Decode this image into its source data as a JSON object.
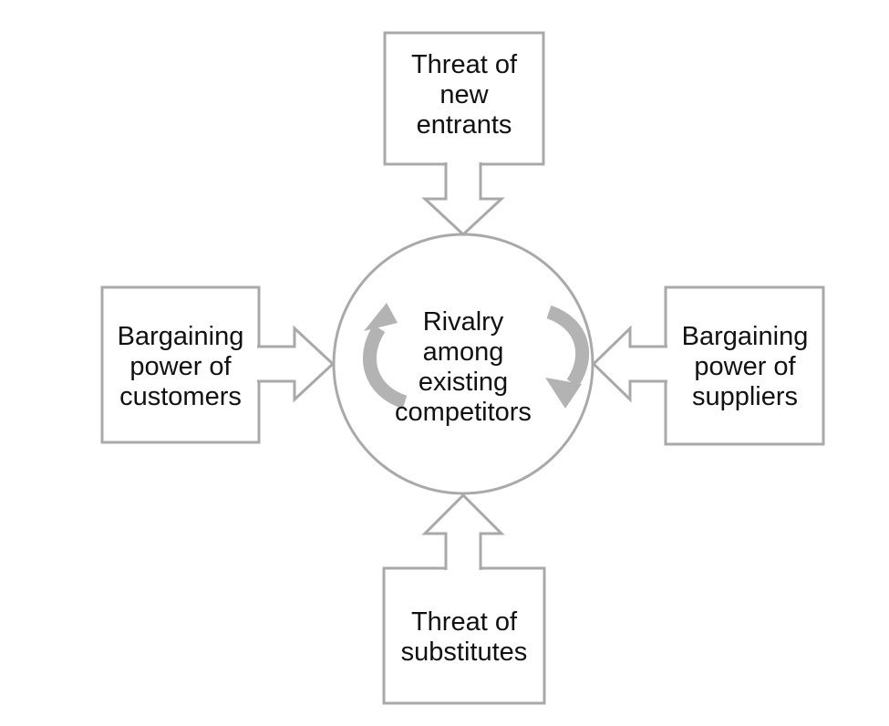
{
  "diagram": {
    "type": "five-forces",
    "center": {
      "label": "Rivalry among existing competitors",
      "lines": [
        "Rivalry",
        "among",
        "existing",
        "competitors"
      ]
    },
    "top": {
      "label": "Threat of new entrants",
      "lines": [
        "Threat of",
        "new",
        "entrants"
      ]
    },
    "left": {
      "label": "Bargaining power of customers",
      "lines": [
        "Bargaining",
        "power of",
        "customers"
      ]
    },
    "right": {
      "label": "Bargaining power of suppliers",
      "lines": [
        "Bargaining",
        "power of",
        "suppliers"
      ]
    },
    "bottom": {
      "label": "Threat of substitutes",
      "lines": [
        "Threat of",
        "substitutes"
      ]
    },
    "edges": [
      {
        "from": "top",
        "to": "center",
        "direction": "down"
      },
      {
        "from": "left",
        "to": "center",
        "direction": "right"
      },
      {
        "from": "right",
        "to": "center",
        "direction": "left"
      },
      {
        "from": "bottom",
        "to": "center",
        "direction": "up"
      }
    ],
    "rotation": "clockwise",
    "colors": {
      "outline": "#a9a9a9",
      "shape_fill": "#ffffff",
      "rotation_arrow": "#b3b3b3",
      "text": "#111111",
      "background": "#ffffff"
    }
  }
}
